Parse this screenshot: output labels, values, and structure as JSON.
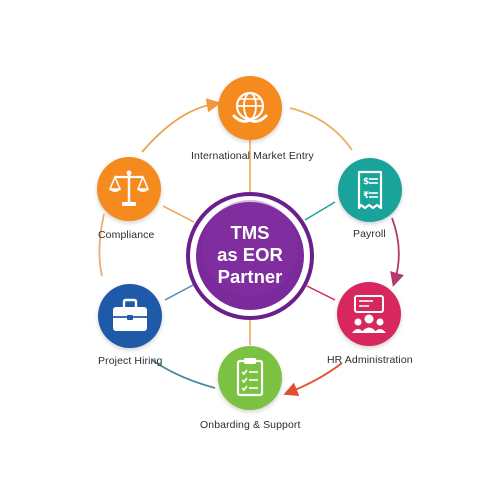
{
  "center": {
    "line1": "TMS",
    "line2": "as EOR",
    "line3": "Partner",
    "color": "#6a1f8a"
  },
  "nodes": [
    {
      "label": "International Market Entry",
      "icon": "globe-handshake-icon",
      "color": "#f58a1f"
    },
    {
      "label": "Payroll",
      "icon": "payslip-icon",
      "color": "#1aa39a"
    },
    {
      "label": "HR Administration",
      "icon": "team-profile-icon",
      "color": "#d8265f"
    },
    {
      "label": "Onbarding & Support",
      "icon": "clipboard-checklist-icon",
      "color": "#7cc242"
    },
    {
      "label": "Project Hiring",
      "icon": "briefcase-icon",
      "color": "#1f5aa8"
    },
    {
      "label": "Compliance",
      "icon": "scales-icon",
      "color": "#f58a1f"
    }
  ]
}
